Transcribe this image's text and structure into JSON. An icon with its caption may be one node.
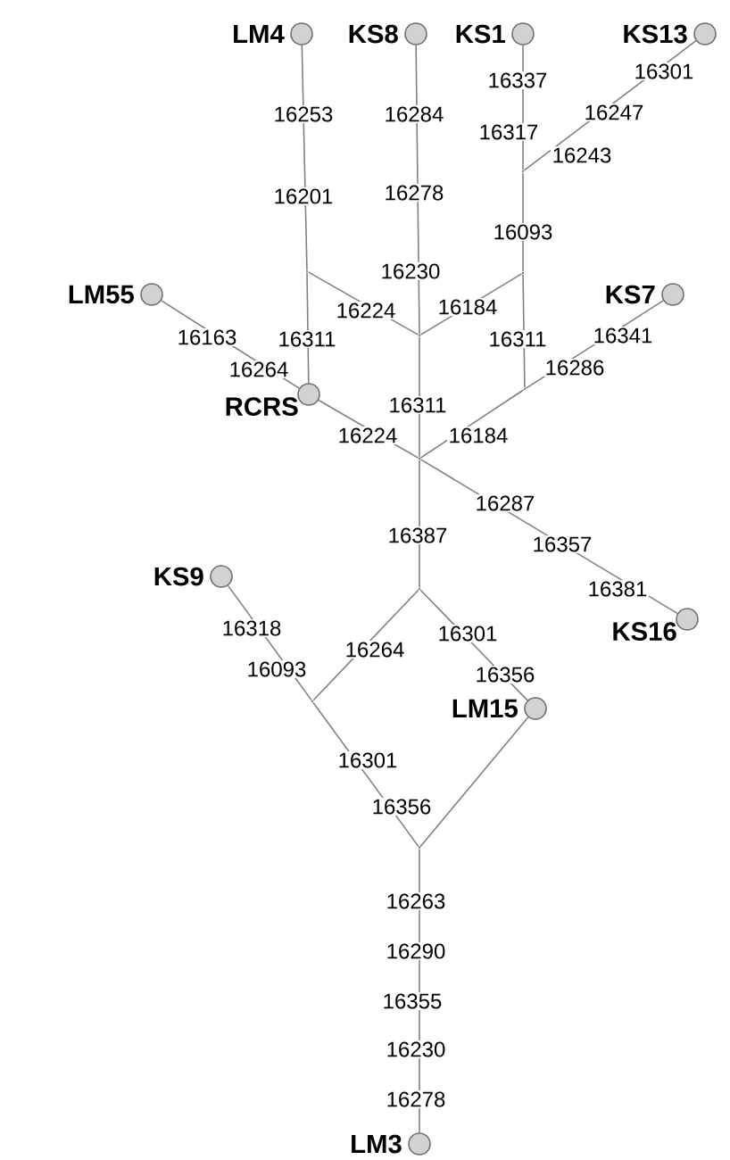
{
  "diagram": {
    "nodes": [
      {
        "text": [
          "LM4"
        ]
      },
      {
        "text": [
          "KS8"
        ]
      },
      {
        "text": [
          "KS1"
        ]
      },
      {
        "text": [
          "KS13"
        ]
      },
      {
        "text": [],
        "shape": "point"
      },
      {
        "text": [],
        "shape": "point"
      },
      {
        "text": [],
        "shape": "point"
      },
      {
        "text": [],
        "shape": "point"
      },
      {
        "text": [
          "LM55"
        ]
      },
      {
        "text": [
          "KS7"
        ]
      },
      {
        "text": [],
        "shape": "point"
      },
      {
        "text": [
          "RCRS"
        ]
      },
      {
        "text": [],
        "shape": "point"
      },
      {
        "text": [
          "KS9"
        ]
      },
      {
        "text": [],
        "shape": "point"
      },
      {
        "text": [
          "KS16"
        ]
      },
      {
        "text": [],
        "shape": "point"
      },
      {
        "text": [
          "LM15"
        ]
      },
      {
        "text": [],
        "shape": "point"
      },
      {
        "text": [
          "LM3"
        ]
      }
    ],
    "edges": [
      {
        "from": 0,
        "to": 5,
        "arrow": "none"
      },
      {
        "from": 5,
        "to": 11,
        "arrow": "none"
      },
      {
        "from": 5,
        "to": 7,
        "arrow": "none"
      },
      {
        "from": 1,
        "to": 7,
        "arrow": "none"
      },
      {
        "from": 7,
        "to": 12,
        "arrow": "none"
      },
      {
        "from": 2,
        "to": 4,
        "arrow": "none"
      },
      {
        "from": 3,
        "to": 4,
        "arrow": "none"
      },
      {
        "from": 4,
        "to": 6,
        "arrow": "none"
      },
      {
        "from": 6,
        "to": 7,
        "arrow": "none"
      },
      {
        "from": 6,
        "to": 10,
        "arrow": "none"
      },
      {
        "from": 9,
        "to": 10,
        "arrow": "none"
      },
      {
        "from": 10,
        "to": 12,
        "arrow": "none"
      },
      {
        "from": 8,
        "to": 11,
        "arrow": "none"
      },
      {
        "from": 11,
        "to": 12,
        "arrow": "none"
      },
      {
        "from": 12,
        "to": 15,
        "arrow": "none"
      },
      {
        "from": 12,
        "to": 14,
        "arrow": "none"
      },
      {
        "from": 14,
        "to": 16,
        "arrow": "none"
      },
      {
        "from": 14,
        "to": 17,
        "arrow": "none"
      },
      {
        "from": 13,
        "to": 16,
        "arrow": "none"
      },
      {
        "from": 16,
        "to": 18,
        "arrow": "none"
      },
      {
        "from": 17,
        "to": 18,
        "arrow": "none"
      },
      {
        "from": 18,
        "to": 19,
        "arrow": "none"
      }
    ],
    "labels": [
      "16301",
      "16337",
      "16253",
      "16284",
      "16247",
      "16317",
      "16243",
      "16201",
      "16278",
      "16093",
      "16230",
      "16224",
      "16184",
      "16163",
      "16311",
      "16311",
      "16341",
      "16264",
      "16286",
      "16311",
      "16224",
      "16184",
      "16287",
      "16387",
      "16357",
      "16381",
      "16318",
      "16301",
      "16264",
      "16093",
      "16356",
      "16301",
      "16356",
      "16263",
      "16290",
      "16355",
      "16230",
      "16278"
    ]
  }
}
